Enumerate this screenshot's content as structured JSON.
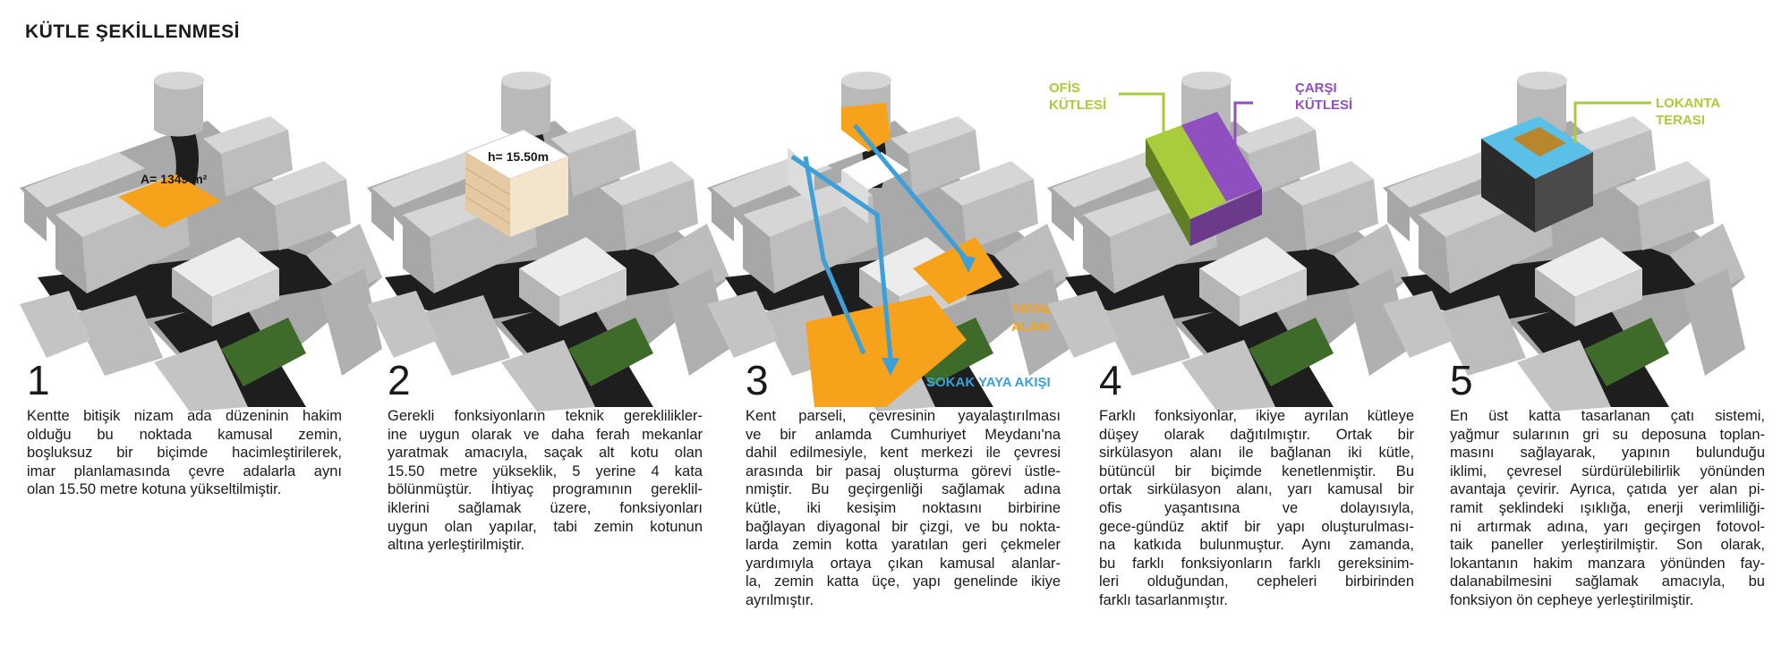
{
  "title": "KÜTLE ŞEKİLLENMESİ",
  "colors": {
    "block": "#bdbdbd",
    "block_top": "#d4d4d4",
    "block_side": "#9e9e9e",
    "road": "#1f1f1f",
    "ground": "#a8a8a8",
    "orange": "#f7a21b",
    "green_park": "#3f6b2a",
    "blue": "#3d9fd8",
    "lime": "#a8cc3c",
    "purple": "#8f4fbf",
    "sky": "#5bc0e8"
  },
  "labels": {
    "area": "A= 1349 m²",
    "height": "h= 15.50m",
    "pedestrian_zone": [
      "YAYALAŞTIRILMIŞ",
      "ALAN"
    ],
    "street_flow": "SOKAK YAYA AKIŞI",
    "office_mass": [
      "OFİS",
      "KÜTLESİ"
    ],
    "bazaar_mass": [
      "ÇARŞI",
      "KÜTLESİ"
    ],
    "restaurant_terrace": [
      "LOKANTA",
      "TERASI"
    ]
  },
  "steps": [
    {
      "number": "1",
      "lines": [
        "Kentte bitişik nizam ada düzeninin hakim",
        "olduğu bu noktada kamusal zemin,",
        "boşluksuz bir biçimde hacimleştirilerek,",
        "imar planlamasında çevre adalarla aynı",
        "olan 15.50 metre kotuna yükseltilmiştir."
      ]
    },
    {
      "number": "2",
      "lines": [
        "Gerekli fonksiyonların teknik gereklilikler-",
        "ine uygun olarak ve daha ferah mekanlar",
        "yaratmak amacıyla, saçak alt kotu olan",
        "15.50 metre yükseklik, 5 yerine 4 kata",
        "bölünmüştür. İhtiyaç programının gereklil-",
        "iklerini sağlamak üzere, fonksiyonları",
        "uygun olan yapılar, tabi zemin kotunun",
        "altına yerleştirilmiştir."
      ]
    },
    {
      "number": "3",
      "lines": [
        "Kent parseli, çevresinin yayalaştırılması",
        "ve bir anlamda Cumhuriyet Meydanı'na",
        "dahil edilmesiyle, kent merkezi ile çevresi",
        "arasında bir pasaj oluşturma görevi üstle-",
        "nmiştir. Bu geçirgenliği sağlamak adına",
        "kütle, iki kesişim noktasını birbirine",
        "bağlayan diyagonal bir çizgi, ve bu nokta-",
        "larda zemin kotta yaratılan geri çekmeler",
        "yardımıyla ortaya çıkan kamusal alanlar-",
        "la, zemin katta üçe, yapı genelinde ikiye",
        "ayrılmıştır."
      ]
    },
    {
      "number": "4",
      "lines": [
        "Farklı fonksiyonlar, ikiye ayrılan kütleye",
        "düşey olarak dağıtılmıştır. Ortak bir",
        "sirkülasyon alanı ile bağlanan iki kütle,",
        "bütüncül bir biçimde kenetlenmiştir. Bu",
        "ortak sirkülasyon alanı, yarı kamusal bir",
        "ofis yaşantısına ve dolayısıyla,",
        "gece-gündüz aktif bir yapı oluşturulması-",
        "na katkıda bulunmuştur. Aynı zamanda,",
        "bu farklı fonksiyonların farklı gereksinim-",
        "leri olduğundan, cepheleri birbirinden",
        "farklı tasarlanmıştır."
      ]
    },
    {
      "number": "5",
      "lines": [
        "En üst katta tasarlanan çatı sistemi,",
        "yağmur sularının gri su deposuna toplan-",
        "masını sağlayarak, yapının bulunduğu",
        "iklimi, çevresel sürdürülebilirlik yönünden",
        "avantaja çevirir. Ayrıca, çatıda yer alan pi-",
        "ramit şeklindeki ışıklığa, enerji verimliliği-",
        "ni artırmak adına, yarı geçirgen fotovol-",
        "taik paneller yerleştirilmiştir. Son olarak,",
        "lokantanın hakim manzara yönünden fay-",
        "dalanabilmesini sağlamak amacıyla, bu",
        "fonksiyon ön cepheye yerleştirilmiştir."
      ]
    }
  ]
}
